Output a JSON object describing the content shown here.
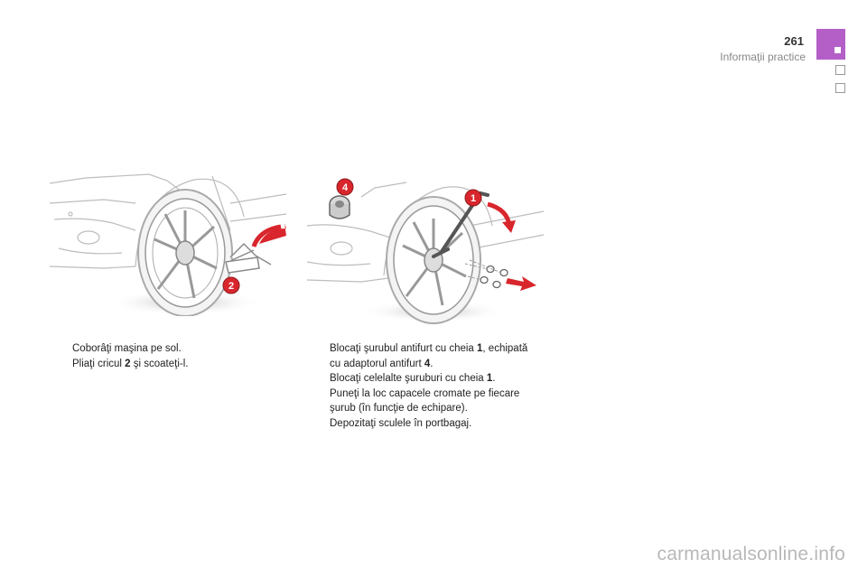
{
  "header": {
    "page_number": "261",
    "section_title": "Informaţii practice"
  },
  "callouts": {
    "left": [
      "2"
    ],
    "right": [
      "4",
      "1"
    ]
  },
  "left_instructions": [
    {
      "before": "Coborâţi maşina pe sol.",
      "bold": "",
      "after": ""
    },
    {
      "before": "Pliaţi cricul ",
      "bold": "2",
      "after": " şi scoateţi-l."
    }
  ],
  "right_instructions": [
    {
      "before": "Blocaţi şurubul antifurt cu cheia ",
      "bold": "1",
      "after": ", echipată"
    },
    {
      "before": "cu adaptorul antifurt ",
      "bold": "4",
      "after": ".",
      "continuation": true
    },
    {
      "before": "Blocaţi celelalte şuruburi cu cheia ",
      "bold": "1",
      "after": "."
    },
    {
      "before": "Puneţi la loc capacele cromate pe fiecare",
      "bold": "",
      "after": ""
    },
    {
      "before": "şurub (în funcţie de echipare).",
      "bold": "",
      "after": "",
      "continuation": true
    },
    {
      "before": "Depozitaţi sculele în portbagaj.",
      "bold": "",
      "after": ""
    }
  ],
  "bullet_symbol": "",
  "watermark": "carmanualsonline.info",
  "colors": {
    "accent_tab": "#b35fc7",
    "callout_red": "#d8262c",
    "arrow_red": "#d8262c",
    "line_art": "#bdbdbd"
  }
}
